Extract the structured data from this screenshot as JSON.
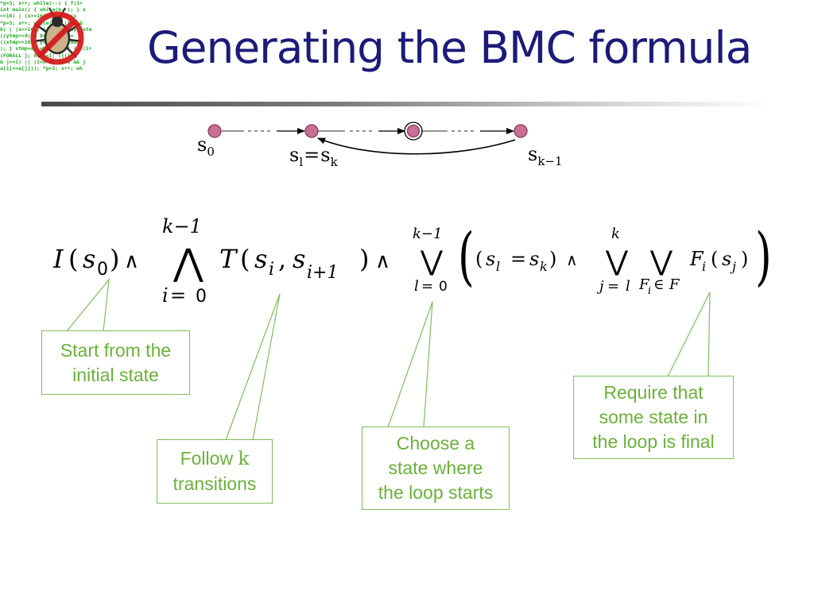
{
  "slide": {
    "title": "Generating the BMC formula"
  },
  "logo": {
    "icon_name": "no-bug-code-logo",
    "code_lines": [
      "*p=3; x++; while(--) { f(1+",
      "int main() { while(h--); } x",
      "<<16) | (x>>16); ytmp=((x",
      "*p=3; x++; while(--) (i<n &",
      "6) | (x>>16); } (void) xy (xtm",
      "((ytmp<<4) & 0xf0) ; yp=",
      "((xtmp>>16); y=-1; int mai",
      "); } xtmp=m; while(h--) { f(1+",
      "(FORALL j; 0<=j<i; (((i<n",
      "& j>=i) || (i<n && i==x && j",
      "a[i]<=a[j])); *p=3; x++; wh"
    ],
    "colors": {
      "code": "#1faa1f",
      "prohibition": "#d61818"
    }
  },
  "diagram": {
    "state_labels": {
      "s0": {
        "base": "s",
        "sub": "0"
      },
      "sl_eq_sk": {
        "left_base": "s",
        "left_sub": "l",
        "eq": "=",
        "right_base": "s",
        "right_sub": "k"
      },
      "sk_minus_1": {
        "base": "s",
        "sub": "k−1"
      }
    },
    "colors": {
      "state_fill": "#c86f95",
      "state_stroke": "#8a3a5c",
      "dash": "#555555"
    }
  },
  "formula": {
    "init": {
      "fn": "I",
      "open": "(",
      "var": "s",
      "sub": "0",
      "close": ")",
      "op": "∧"
    },
    "big_and": {
      "symbol": "⋀",
      "upper": "k−1",
      "lower_var": "i",
      "lower_eq": "=",
      "lower_val": "0"
    },
    "trans": {
      "fn": "T",
      "open": "(",
      "var1": "s",
      "sub1": "i",
      "comma": ",",
      "var2": "s",
      "sub2": "i+1",
      "close": ")",
      "op": "∧"
    },
    "big_or_1": {
      "symbol": "⋁",
      "upper": "k−1",
      "lower_var": "l",
      "lower_eq": "=",
      "lower_val": "0"
    },
    "loop_eq": {
      "open": "(",
      "lhs": "s",
      "lhs_sub": "l",
      "eq": "=",
      "rhs": "s",
      "rhs_sub": "k",
      "close": ")",
      "op": "∧"
    },
    "big_or_2": {
      "symbol": "⋁",
      "upper": "k",
      "lower_var": "j",
      "lower_eq": "=",
      "lower_val": "l"
    },
    "big_or_3": {
      "symbol": "⋁",
      "lower_var": "F",
      "lower_sub": "i",
      "lower_in": "∈",
      "lower_set": "F"
    },
    "final": {
      "fn": "F",
      "fn_sub": "i",
      "open": "(",
      "var": "s",
      "sub": "j",
      "close": ")"
    },
    "paren_left": "(",
    "paren_right": ")"
  },
  "callouts": {
    "initial": {
      "lines": [
        "Start from the",
        "initial state"
      ]
    },
    "follow": {
      "line1_text": "Follow ",
      "line1_var": "k",
      "line2": "transitions"
    },
    "loop": {
      "lines": [
        "Choose a",
        "state where",
        "the loop starts"
      ]
    },
    "final": {
      "lines": [
        "Require that",
        "some state in",
        "the loop is final"
      ]
    },
    "colors": {
      "text": "#6bb13a",
      "border": "#7fbf5a"
    }
  }
}
